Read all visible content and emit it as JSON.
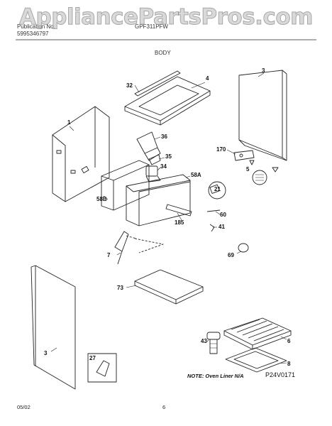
{
  "watermark": "AppliancePartsPros.com",
  "header": {
    "publication_line": "Publication No.",
    "publication_no": "5995346797",
    "model": "GPF311PFW",
    "section": "BODY"
  },
  "callouts": [
    "32",
    "4",
    "3",
    "1",
    "36",
    "35",
    "34",
    "58A",
    "170",
    "5",
    "58B",
    "21",
    "60",
    "185",
    "41",
    "7",
    "69",
    "73",
    "3",
    "43",
    "6",
    "27",
    "8"
  ],
  "note": "NOTE: Oven Liner N/A",
  "figure_code": "P24V0171",
  "footer": {
    "date": "05/02",
    "page": "6"
  }
}
